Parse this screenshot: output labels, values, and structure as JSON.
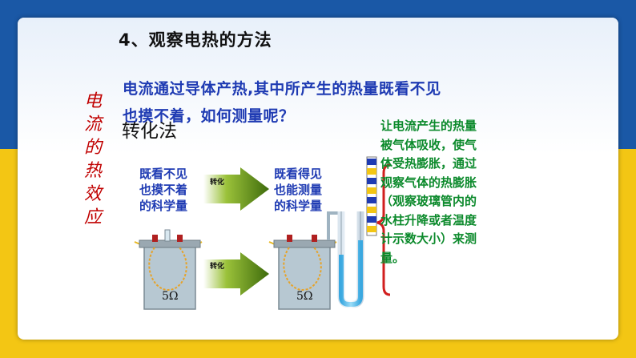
{
  "title": "4、观察电热的方法",
  "question_lines": [
    "电流通过导体产热,其中所产生的热量既看不见",
    "也摸不着，如何测量呢？"
  ],
  "side_title": [
    "电",
    "流",
    "的",
    "热",
    "效",
    "应"
  ],
  "method": "转化法",
  "left_text": [
    "既看不见",
    "也摸不着",
    "的科学量"
  ],
  "right_text": [
    "既看得见",
    "也能测量",
    "的科学量"
  ],
  "arrow_tag": "转化",
  "resistor_label": "5Ω",
  "explanation": [
    "让电流产生的热量",
    "被气体吸收，使气",
    "体受热膨胀，通过",
    "观察气体的热膨胀",
    "（观察玻璃管内的",
    "水柱升降或者温度",
    "计示数大小）来测",
    "量。"
  ],
  "colors": {
    "blue_band": "#1a58a6",
    "yellow_band": "#f3c614",
    "side_title": "#c00000",
    "question": "#1f3bb3",
    "explanation": "#0c8a2c",
    "arrow": "#6a9a16",
    "bracket": "#d21f1f"
  }
}
